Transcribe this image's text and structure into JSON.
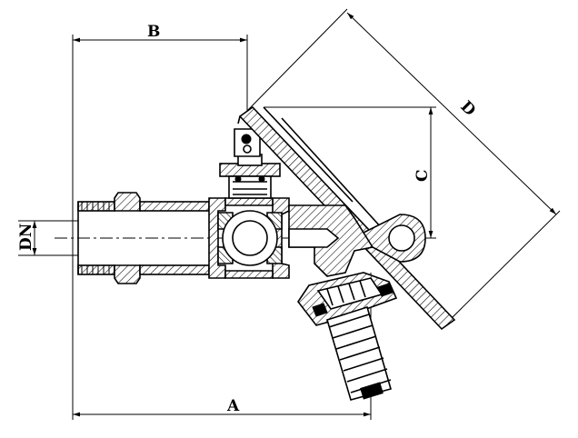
{
  "drawing": {
    "dimensions": {
      "A": "A",
      "B": "B",
      "C": "C",
      "D": "D",
      "DN": "DN"
    },
    "line_color": "#000000",
    "background_color": "#ffffff"
  }
}
